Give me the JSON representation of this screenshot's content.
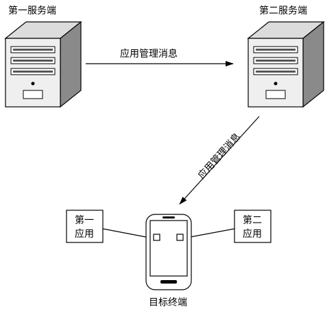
{
  "servers": {
    "first": {
      "label": "第一服务端",
      "icon": "server-tower-icon"
    },
    "second": {
      "label": "第二服务端",
      "icon": "server-tower-icon"
    }
  },
  "messages": {
    "server_to_server": "应用管理消息",
    "server_to_terminal": "应用管理消息"
  },
  "terminal": {
    "label": "目标终端",
    "icon": "smartphone-icon"
  },
  "apps": {
    "first": {
      "line1": "第一",
      "line2": "应用"
    },
    "second": {
      "line1": "第二",
      "line2": "应用"
    }
  }
}
